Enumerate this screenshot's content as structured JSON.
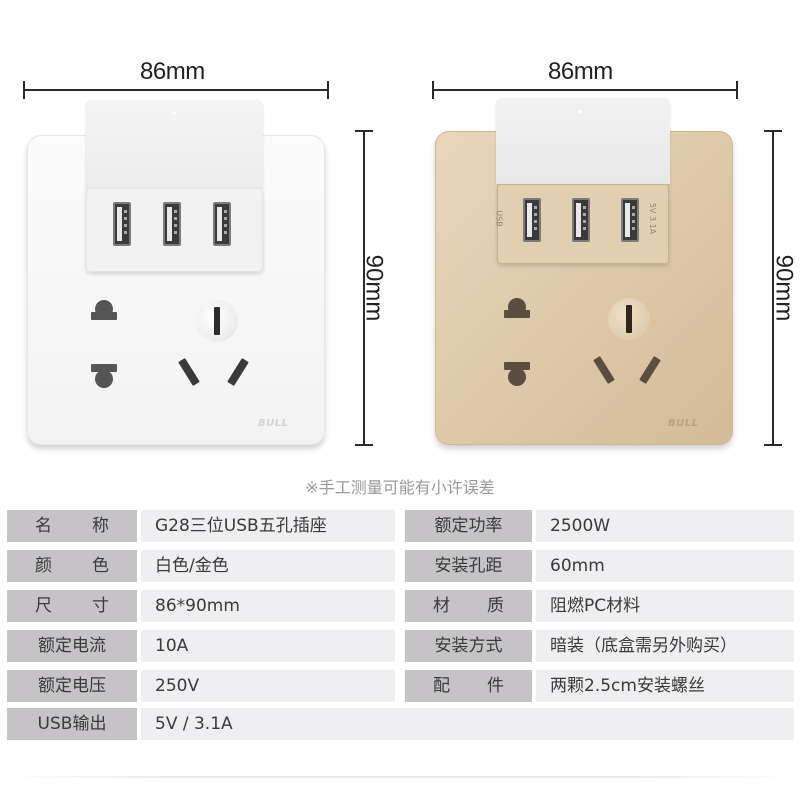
{
  "products": [
    {
      "variant": "white",
      "width_label": "86mm",
      "height_label": "90mm",
      "plate_color": "#f6f6f6",
      "brand": "BULL",
      "usb_ports": 3
    },
    {
      "variant": "gold",
      "width_label": "86mm",
      "height_label": "90mm",
      "plate_color": "#e2cdb0",
      "brand": "BULL",
      "usb_ports": 3,
      "usb_side_left": "USB",
      "usb_side_right": "5V 3.1A"
    }
  ],
  "note": "※手工测量可能有小许误差",
  "specs": {
    "left": [
      {
        "label": "名称",
        "value": "G28三位USB五孔插座"
      },
      {
        "label": "颜色",
        "value": "白色/金色"
      },
      {
        "label": "尺寸",
        "value": "86*90mm"
      },
      {
        "label": "额定电流",
        "value": "10A"
      },
      {
        "label": "额定电压",
        "value": "250V"
      }
    ],
    "right": [
      {
        "label": "额定功率",
        "value": "2500W"
      },
      {
        "label": "安装孔距",
        "value": "60mm"
      },
      {
        "label": "材质",
        "value": "阻燃PC材料"
      },
      {
        "label": "安装方式",
        "value": "暗装（底盒需另外购买）"
      },
      {
        "label": "配件",
        "value": "两颗2.5cm安装螺丝"
      }
    ],
    "full": [
      {
        "label": "USB输出",
        "value": "5V / 3.1A"
      }
    ]
  },
  "colors": {
    "label_bg": "#c5c3c6",
    "value_bg": "#efeef0",
    "text": "#3a3a3a",
    "note_text": "#9a9a9a"
  }
}
